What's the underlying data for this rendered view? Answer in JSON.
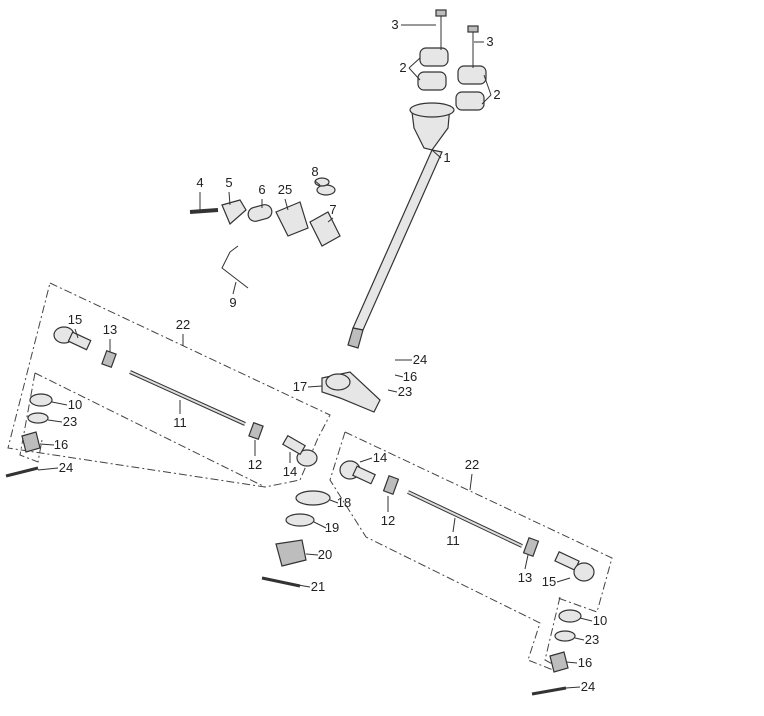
{
  "diagram": {
    "title": "Steering shaft and tie rod assembly exploded view",
    "callouts": [
      {
        "id": "c1",
        "num": "3"
      },
      {
        "id": "c2",
        "num": "3"
      },
      {
        "id": "c3",
        "num": "2"
      },
      {
        "id": "c4",
        "num": "2"
      },
      {
        "id": "c5",
        "num": "1"
      },
      {
        "id": "c6",
        "num": "4"
      },
      {
        "id": "c7",
        "num": "5"
      },
      {
        "id": "c8",
        "num": "6"
      },
      {
        "id": "c9",
        "num": "25"
      },
      {
        "id": "c10",
        "num": "8"
      },
      {
        "id": "c11",
        "num": "7"
      },
      {
        "id": "c12",
        "num": "9"
      },
      {
        "id": "c13",
        "num": "22"
      },
      {
        "id": "c14",
        "num": "15"
      },
      {
        "id": "c15",
        "num": "13"
      },
      {
        "id": "c16",
        "num": "24"
      },
      {
        "id": "c17",
        "num": "16"
      },
      {
        "id": "c18",
        "num": "23"
      },
      {
        "id": "c19",
        "num": "17"
      },
      {
        "id": "c20",
        "num": "10"
      },
      {
        "id": "c21",
        "num": "23"
      },
      {
        "id": "c22",
        "num": "11"
      },
      {
        "id": "c23",
        "num": "16"
      },
      {
        "id": "c24",
        "num": "24"
      },
      {
        "id": "c25",
        "num": "12"
      },
      {
        "id": "c26",
        "num": "14"
      },
      {
        "id": "c27",
        "num": "14"
      },
      {
        "id": "c28",
        "num": "22"
      },
      {
        "id": "c29",
        "num": "18"
      },
      {
        "id": "c30",
        "num": "19"
      },
      {
        "id": "c31",
        "num": "12"
      },
      {
        "id": "c32",
        "num": "11"
      },
      {
        "id": "c33",
        "num": "20"
      },
      {
        "id": "c34",
        "num": "21"
      },
      {
        "id": "c35",
        "num": "13"
      },
      {
        "id": "c36",
        "num": "15"
      },
      {
        "id": "c37",
        "num": "10"
      },
      {
        "id": "c38",
        "num": "23"
      },
      {
        "id": "c39",
        "num": "16"
      },
      {
        "id": "c40",
        "num": "24"
      }
    ]
  }
}
